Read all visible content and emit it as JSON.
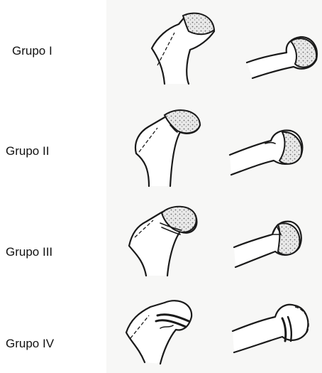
{
  "groups": [
    {
      "label": "Grupo I"
    },
    {
      "label": "Grupo II"
    },
    {
      "label": "Grupo III"
    },
    {
      "label": "Grupo IV"
    }
  ]
}
